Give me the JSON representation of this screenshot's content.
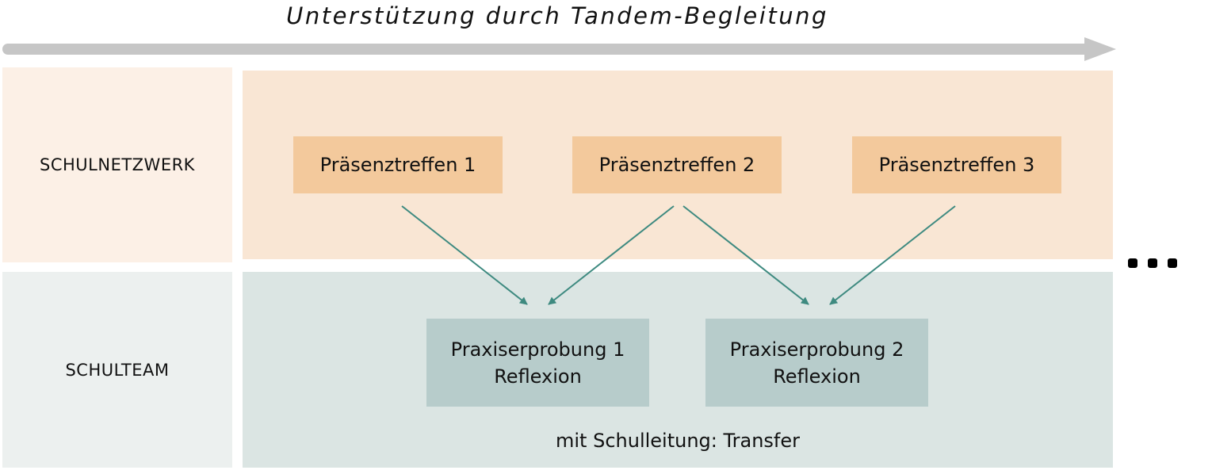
{
  "title": "Unterstützung durch Tandem-Begleitung",
  "rows": {
    "network": "SCHULNETZWERK",
    "team": "SCHULTEAM"
  },
  "meetings": [
    "Präsenztreffen 1",
    "Präsenztreffen 2",
    "Präsenztreffen 3"
  ],
  "practice": [
    {
      "line1": "Praxiserprobung 1",
      "line2": "Reflexion"
    },
    {
      "line1": "Praxiserprobung 2",
      "line2": "Reflexion"
    }
  ],
  "transfer": "mit Schulleitung: Transfer",
  "colors": {
    "arrow": "#3e8a80",
    "timeline": "#c6c6c6",
    "meeting": "#f3c99c",
    "practice": "#b7cccb"
  }
}
